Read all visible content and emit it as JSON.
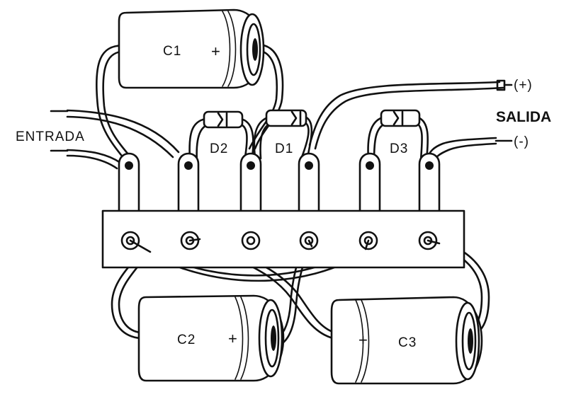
{
  "labels": {
    "entrada": "ENTRADA",
    "salida": "SALIDA",
    "out_plus": "(+)",
    "out_minus": "(-)"
  },
  "capacitors": [
    {
      "id": "c1",
      "label": "C1",
      "polarity": "+"
    },
    {
      "id": "c2",
      "label": "C2",
      "polarity": "+"
    },
    {
      "id": "c3",
      "label": "C3",
      "polarity": "+"
    }
  ],
  "diodes": [
    {
      "id": "d1",
      "label": "D1"
    },
    {
      "id": "d2",
      "label": "D2"
    },
    {
      "id": "d3",
      "label": "D3"
    }
  ],
  "colors": {
    "ink": "#111111",
    "paper": "#ffffff"
  }
}
